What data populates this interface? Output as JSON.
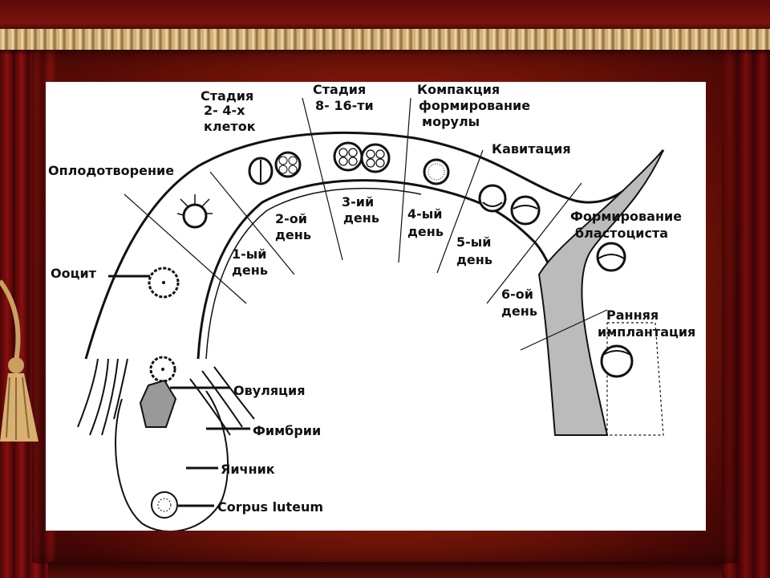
{
  "stages": {
    "stage_2_4": [
      "Стадия",
      "2- 4-х",
      "клеток"
    ],
    "stage_8_16": [
      "Стадия",
      "8- 16-ти"
    ],
    "compaction": [
      "Компакция",
      "формирование",
      "морулы"
    ],
    "cavitation": "Кавитация",
    "blastocyst": [
      "Формирование",
      "бластоциста"
    ],
    "early_implantation": [
      "Ранняя",
      "имплантация"
    ]
  },
  "days": {
    "day1": [
      "1-ый",
      "день"
    ],
    "day2": [
      "2-ой",
      "день"
    ],
    "day3": [
      "3-ий",
      "день"
    ],
    "day4": [
      "4-ый",
      "день"
    ],
    "day5": [
      "5-ый",
      "день"
    ],
    "day6": [
      "6-ой",
      "день"
    ]
  },
  "left_labels": {
    "fertilization": "Оплодотворение",
    "oocyte": "Ооцит"
  },
  "bottom_labels": {
    "ovulation": "Овуляция",
    "fimbriae": "Фимбрии",
    "ovary": "Яичник",
    "corpus_luteum": "Corpus luteum"
  },
  "colors": {
    "curtain": "#8b1010",
    "gold_trim": "#e8c890",
    "panel": "#ffffff",
    "ink": "#111111"
  }
}
